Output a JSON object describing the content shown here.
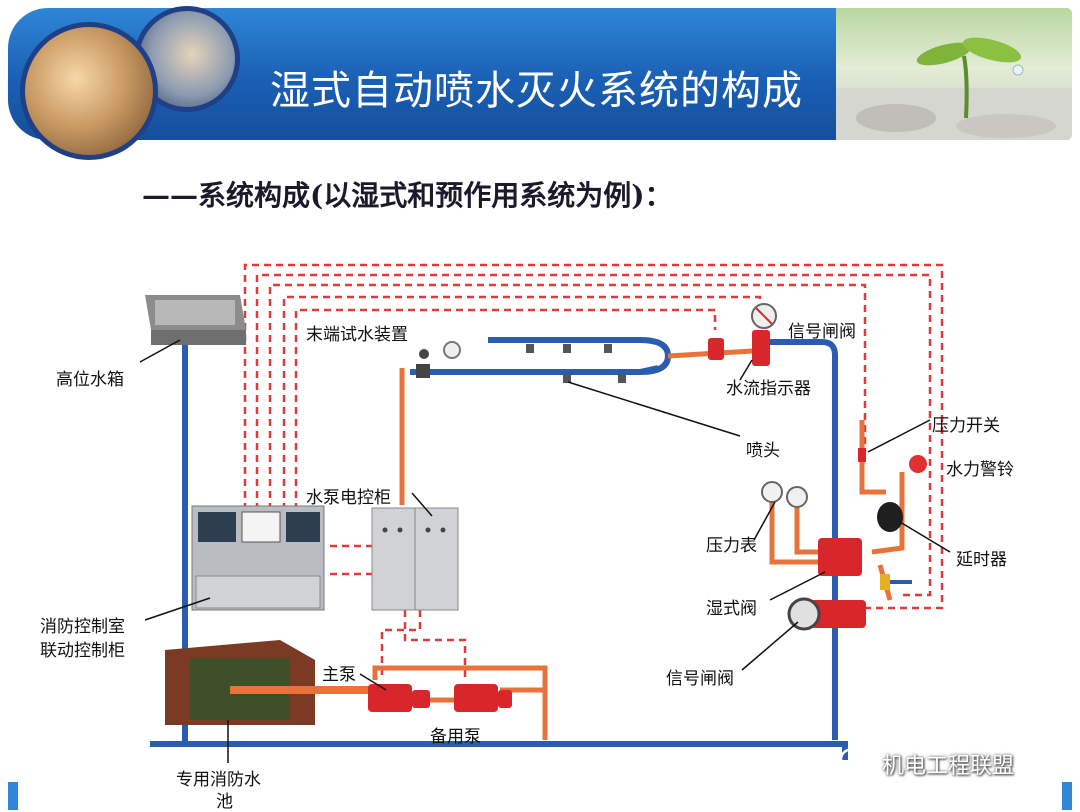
{
  "title": "湿式自动喷水灭火系统的构成",
  "subtitle": "——系统构成(以湿式和预作用系统为例)：",
  "labels": {
    "high_tank": "高位水箱",
    "end_test": "末端试水装置",
    "signal_valve_top": "信号闸阀",
    "flow_indicator": "水流指示器",
    "sprinkler_head": "喷头",
    "pressure_switch": "压力开关",
    "water_alarm_bell": "水力警铃",
    "pump_control_cabinet": "水泵电控柜",
    "pressure_gauge": "压力表",
    "delay_device": "延时器",
    "wet_valve": "湿式阀",
    "signal_valve_bottom": "信号闸阀",
    "control_room": "消防控制室",
    "control_cabinet": "联动控制柜",
    "main_pump": "主泵",
    "standby_pump": "备用泵",
    "fire_pool_line1": "专用消防水",
    "fire_pool_line2": "池"
  },
  "watermark": "机电工程联盟",
  "colors": {
    "banner_blue": "#1a5fb4",
    "pipe_blue": "#2a5db0",
    "pipe_orange": "#e8733a",
    "signal_red": "#e03a3a",
    "component_red": "#d8262a"
  }
}
